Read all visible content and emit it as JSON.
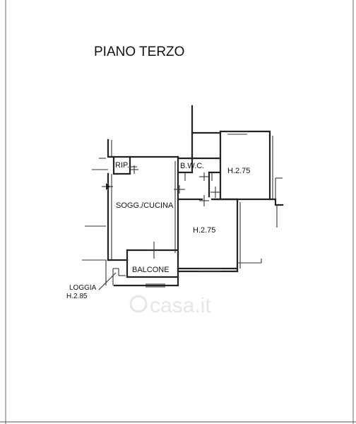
{
  "title": "PIANO TERZO",
  "rooms": {
    "rip": "RIP.",
    "bwc": "B.W.C.",
    "room1_height": "H.2.75",
    "soggiorno": "SOGG./CUCINA",
    "room2_height": "H.2.75",
    "balcone": "BALCONE",
    "loggia": "LOGGIA",
    "loggia_height": "H.2.85"
  },
  "watermark": "casa.it",
  "colors": {
    "ink": "#222222",
    "background": "#ffffff",
    "watermark": "#e6e6e6"
  }
}
